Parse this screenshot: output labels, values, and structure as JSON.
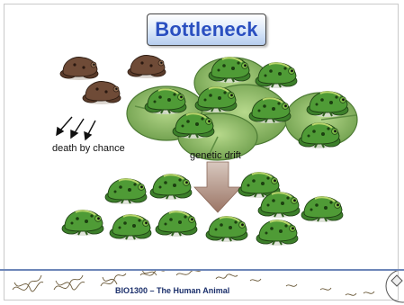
{
  "slide": {
    "title": "Bottleneck",
    "death_label": "death by chance",
    "drift_label": "genetic drift",
    "footer": "BIO1300 – The Human Animal"
  },
  "icons": [
    "frog-icon",
    "dead-frog-icon",
    "lily-pad-icon",
    "arrow-icon",
    "dna-strand-icon",
    "logo-icon"
  ],
  "colors": {
    "title_text": "#2a4fc0",
    "title_bg_end": "#b6cdee",
    "frog_green": "#3f8f2e",
    "frog_brown": "#6b4a36",
    "lily_pad": "#8fbf66",
    "arrow": "#a8897a",
    "footer_rule": "#6d86b8",
    "footer_text": "#1b2f6b"
  }
}
